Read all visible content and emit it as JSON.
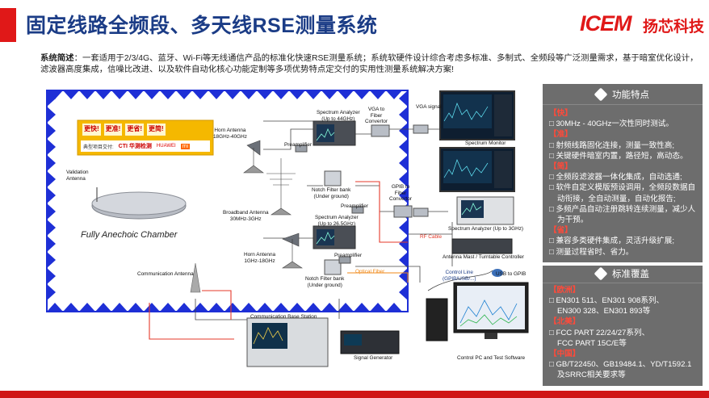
{
  "header": {
    "title": "固定线路全频段、多天线RSE测量系统",
    "logo_text": "ICEM",
    "logo_cn": "扬芯科技"
  },
  "summary": {
    "label": "系统简述",
    "text": "：一套适用于2/3/4G、蓝牙、Wi-Fi等无线通信产品的标准化快速RSE测量系统；系统软硬件设计综合考虑多标准、多制式、全频段等广泛测量需求，基于暗室优化设计，滤波器高度集成，信噪比改进、以及软件自动化核心功能定制等多项优势特点定交付的实用性测量系统解决方案!"
  },
  "diagram": {
    "chamber_label": "Fully Anechoic Chamber",
    "validation_antenna": "Validation\nAntenna",
    "comm_antenna": "Communication Antenna",
    "horn1": "Horn Antenna\n18GHz-40GHz",
    "broadband": "Broadband Antenna\n30MHz-3GHz",
    "horn2": "Horn Antenna\n1GHz-18GHz",
    "preamp1": "Preamplifier",
    "preamp2": "Preamplifier",
    "preamp3": "Preamplifier",
    "sa1": "Spectrum Analyzer\n(Up to 44GHz)",
    "sa2": "Spectrum Analyzer\n(Up to 26.5GHz)",
    "sa3": "Spectrum Analyzer (Up to 3GHz)",
    "notch1": "Notch Filter bank\n(Under ground)",
    "notch2": "Notch Filter bank\n(Under ground)",
    "vga_fiber": "VGA to\nFiber\nConvertor",
    "vga_signal": "VGA signal",
    "gpib_fiber": "GPIB to\nFiber\nConvertor",
    "spectrum_monitor": "Spectrum Monitor",
    "rf_cable": "RF Cable",
    "optical_fiber": "Optical Fiber",
    "mast_controller": "Antenna Mast / Turntable Controller",
    "control_line": "Control Line\n(GPIB/USB/...)",
    "usb_gpib": "USB to GPIB",
    "base_station": "Communication Base Station",
    "signal_gen": "Signal Generator",
    "control_pc": "Control PC and Test Software",
    "banner_items": [
      "更快!",
      "更准!",
      "更省!",
      "更简!"
    ],
    "banner_delivered": "典型项目交付:",
    "brand_cti": "CTI 华测检测",
    "brand_huawei": "HUAWEI",
    "brand_mi": "mi"
  },
  "features": {
    "title": "功能特点",
    "groups": [
      {
        "head": "【快】",
        "items": [
          "30MHz - 40GHz一次性同时测试。"
        ]
      },
      {
        "head": "【准】",
        "items": [
          "射频线路固化连接，测量一致性高;",
          "关键硬件暗室内置，路径短，高动态。"
        ]
      },
      {
        "head": "【简】",
        "items": [
          "全频段滤波器一体化集成，自动选通;",
          "软件自定义模版预设调用，全频段数据自动衔接，全自动测量，自动化报告;",
          "多频产品自动注册跳转连续测量，减少人为干预。"
        ]
      },
      {
        "head": "【省】",
        "items": [
          "兼容多类硬件集成，灵活升级扩展;",
          "测量过程省时、省力。"
        ]
      }
    ]
  },
  "standards": {
    "title": "标准覆盖",
    "groups": [
      {
        "head": "【欧洲】",
        "items": [
          "EN301 511、EN301 908系列、",
          "EN300 328、EN301 893等"
        ]
      },
      {
        "head": "【北美】",
        "items": [
          "FCC PART 22/24/27系列、",
          "FCC PART 15C/E等"
        ]
      },
      {
        "head": "【中国】",
        "items": [
          "GB/T22450、GB19484.1、YD/T1592.1",
          "及SRRC相关要求等"
        ]
      }
    ]
  },
  "colors": {
    "title_blue": "#1b3c86",
    "accent_red": "#e01818",
    "chamber_blue": "#1e2fd6",
    "panel_gray": "#6d6d6d",
    "feature_head": "#ff4a3a"
  }
}
